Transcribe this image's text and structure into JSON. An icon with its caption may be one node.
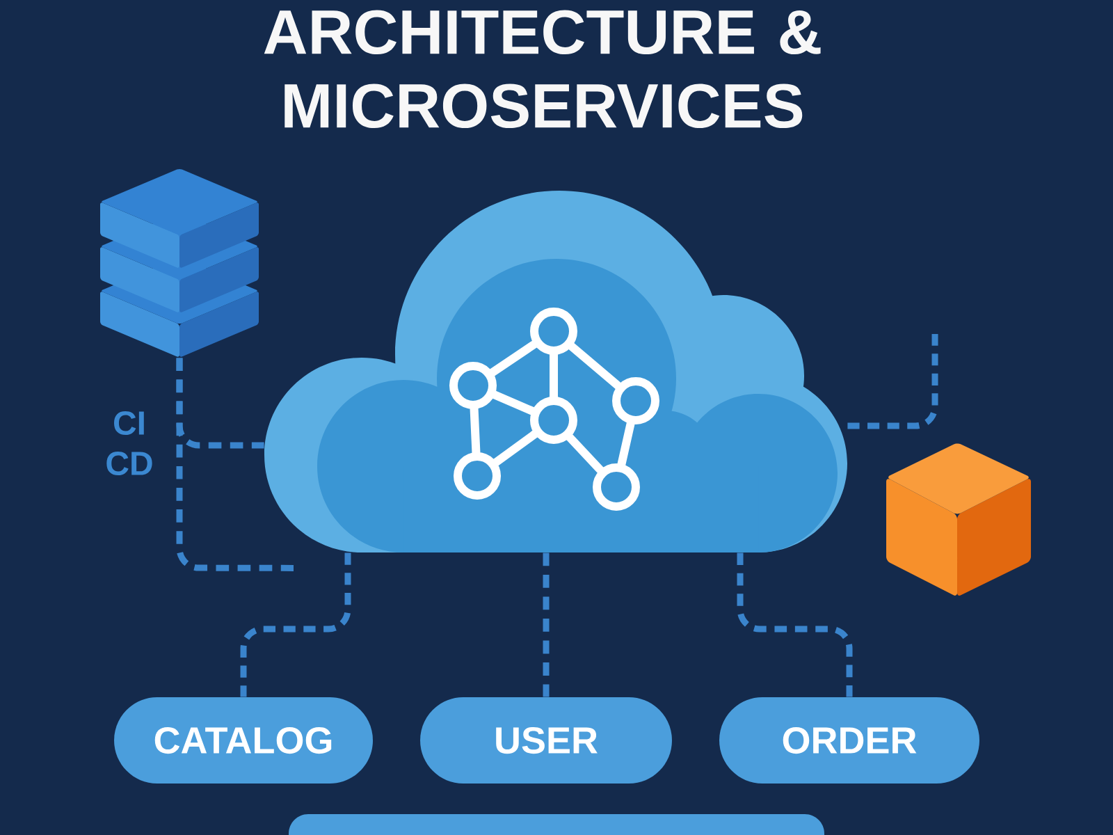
{
  "diagram": {
    "title": "ARCHITECTURE & MICROSERVICES",
    "nodes": [
      {
        "text": [],
        "shape": "picture"
      },
      {
        "text": [],
        "shape": "cloud"
      },
      {
        "text": [
          "CATALOG"
        ]
      },
      {
        "text": [
          "USER"
        ]
      },
      {
        "text": [
          "ORDER"
        ]
      },
      {
        "text": [],
        "shape": "box"
      }
    ],
    "edges": [
      {
        "from": 0,
        "to": 1,
        "arrow": "none",
        "label": "CI CD",
        "style": "dashed"
      },
      {
        "from": 0,
        "to": 1,
        "arrow": "none",
        "style": "dashed"
      },
      {
        "from": 1,
        "to": 2,
        "arrow": "none",
        "style": "dashed"
      },
      {
        "from": 1,
        "to": 3,
        "arrow": "none",
        "style": "dashed"
      },
      {
        "from": 1,
        "to": 4,
        "arrow": "none",
        "style": "dashed"
      },
      {
        "from": 1,
        "to": null,
        "arrow": "none",
        "style": "dashed"
      }
    ]
  }
}
